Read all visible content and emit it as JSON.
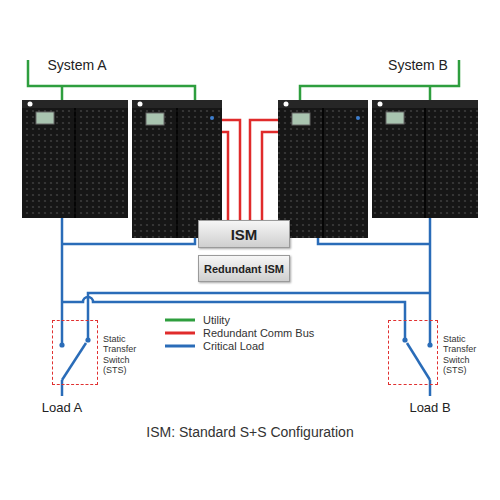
{
  "diagram": {
    "caption": "ISM: Standard S+S Configuration",
    "nodes": [
      {
        "text": [
          "ISM"
        ]
      },
      {
        "text": [
          "Redundant ISM"
        ]
      },
      {
        "text": [
          "Static Transfer Switch (STS)"
        ]
      },
      {
        "text": [
          "Static Transfer Switch (STS)"
        ]
      }
    ],
    "labels": [
      "System A",
      "System B",
      "Load A",
      "Load B"
    ],
    "legend": [
      {
        "text": "Utility"
      },
      {
        "text": "Redundant Comm Bus"
      },
      {
        "text": "Critical Load"
      }
    ]
  }
}
